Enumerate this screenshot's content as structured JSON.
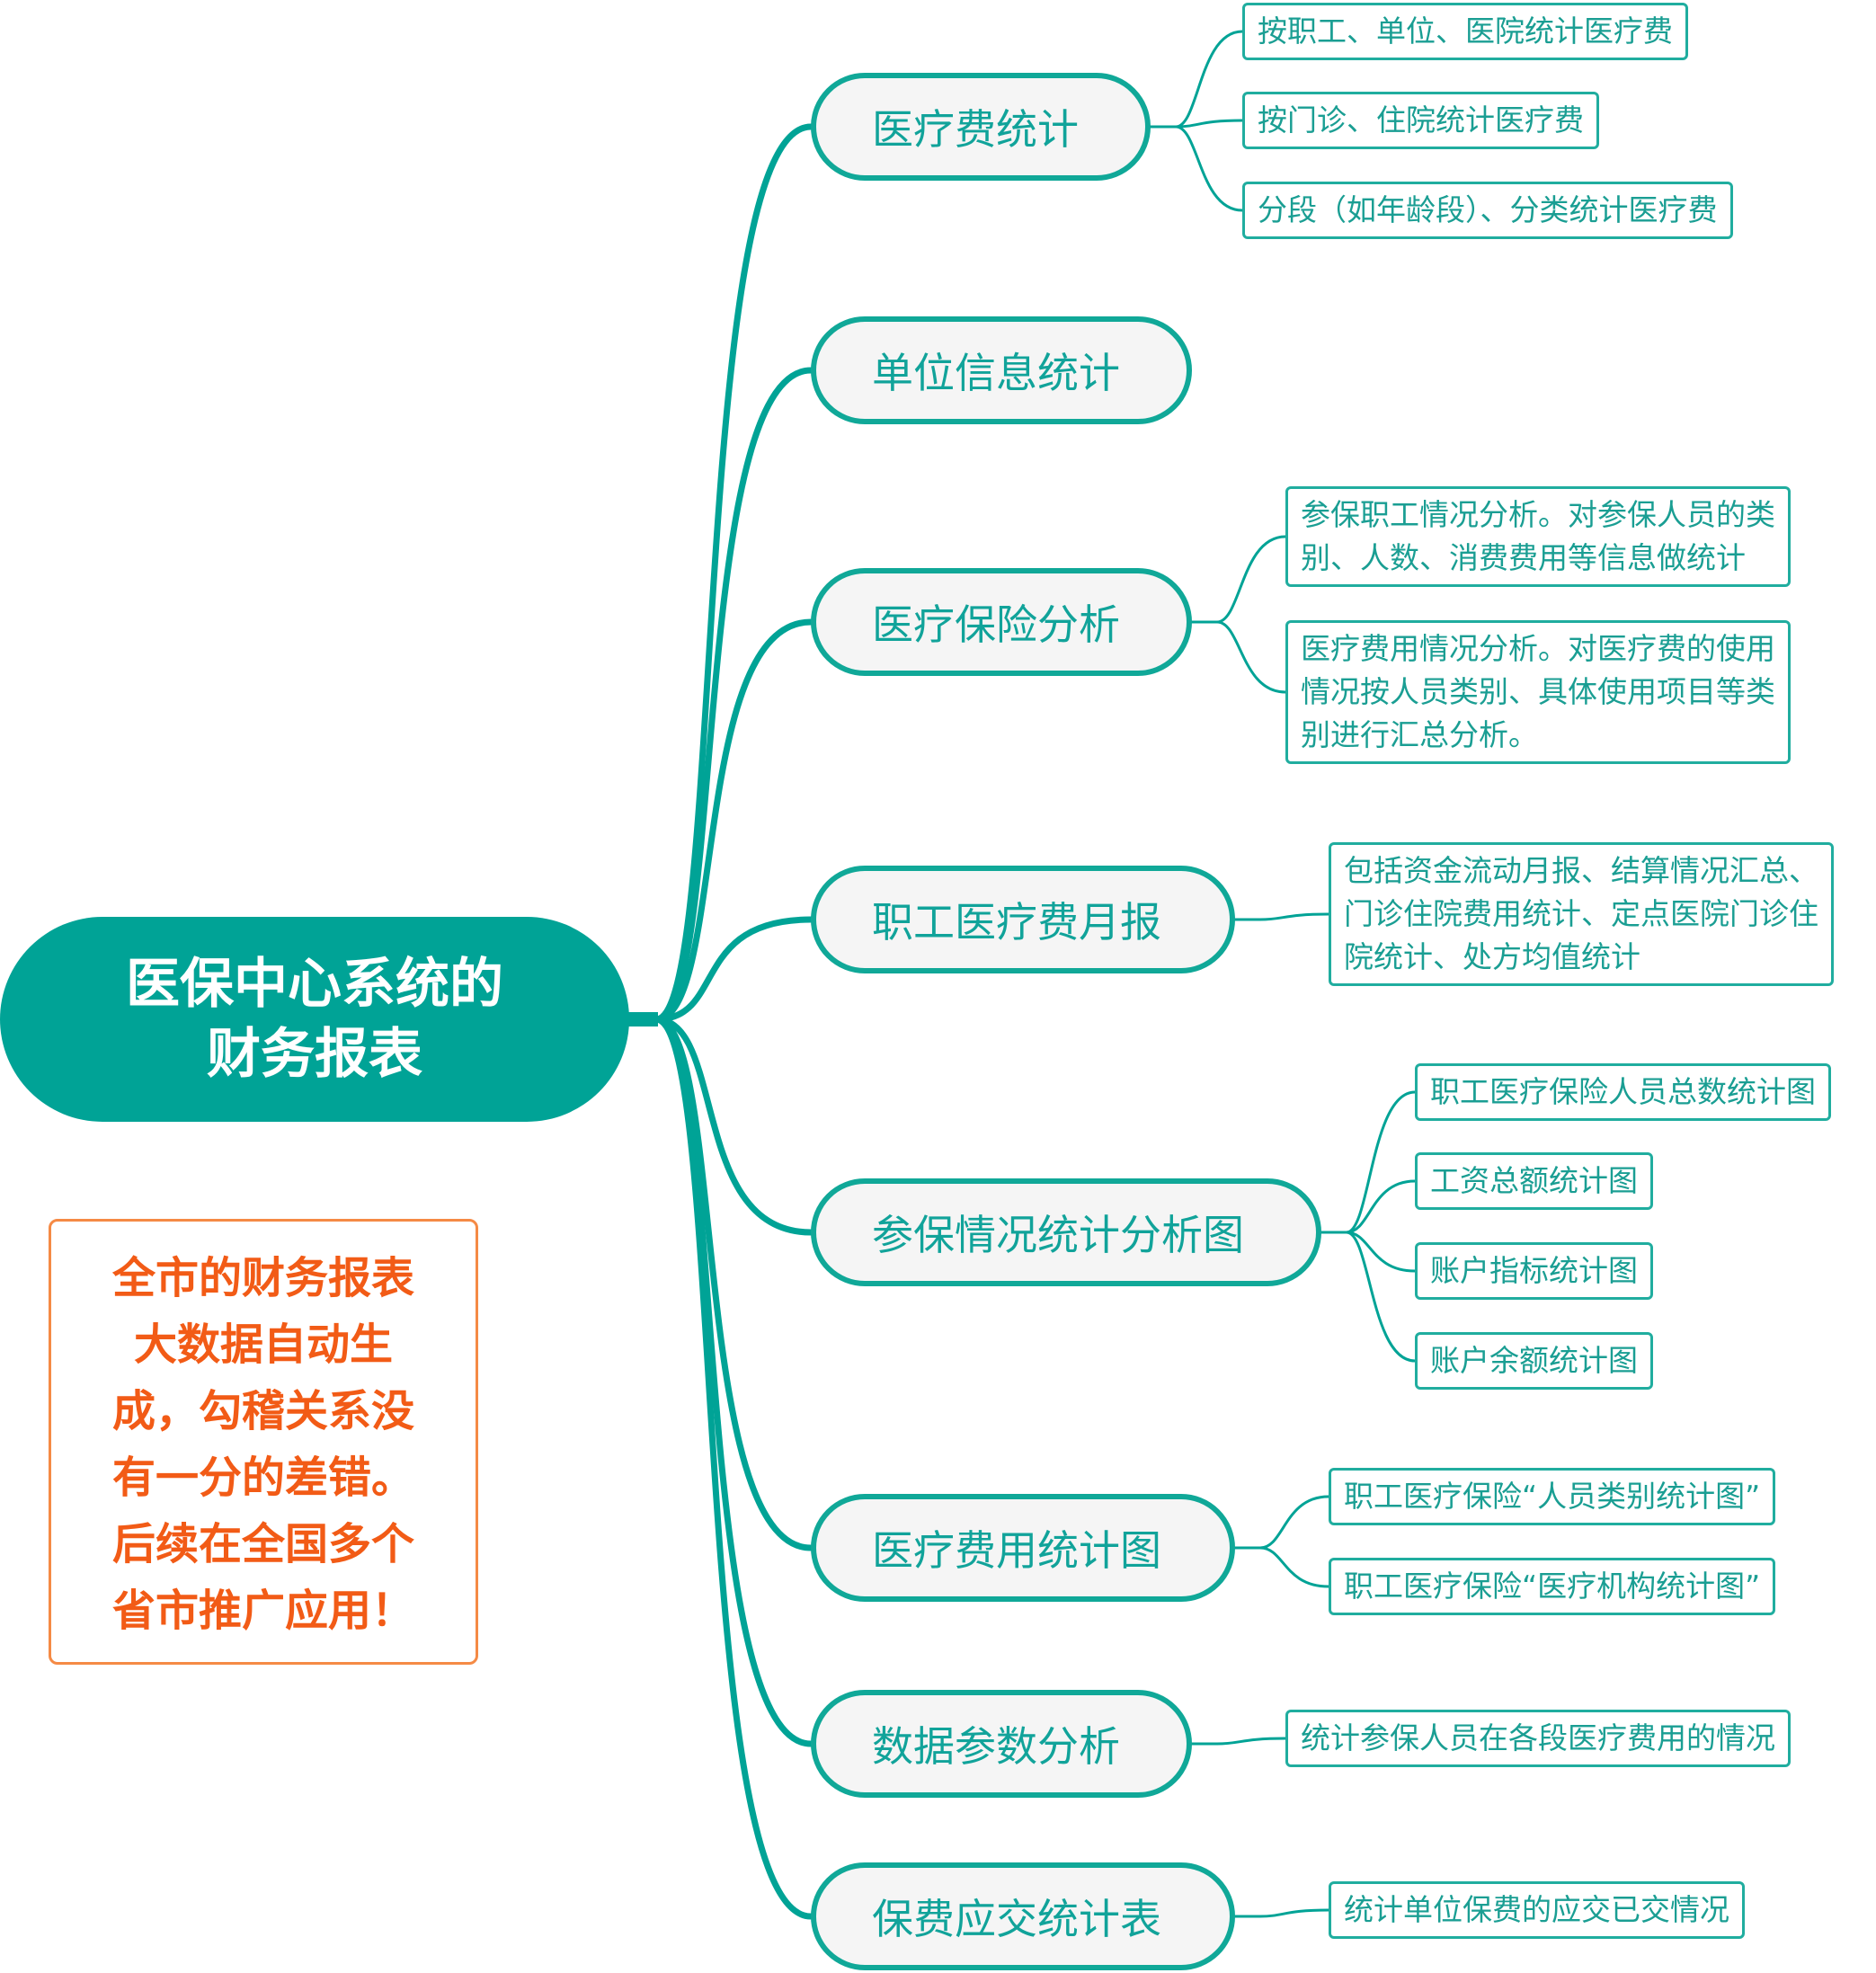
{
  "root": {
    "lines": [
      "医保中心系统的",
      "财务报表"
    ]
  },
  "branches": [
    {
      "label": "医疗费统计",
      "children": [
        {
          "lines": [
            "按职工、单位、医院统计医疗费"
          ]
        },
        {
          "lines": [
            "按门诊、住院统计医疗费"
          ]
        },
        {
          "lines": [
            "分段（如年龄段）、分类统计医疗费"
          ]
        }
      ]
    },
    {
      "label": "单位信息统计",
      "children": []
    },
    {
      "label": "医疗保险分析",
      "children": [
        {
          "lines": [
            "参保职工情况分析。对参保人员的类",
            "别、人数、消费费用等信息做统计"
          ]
        },
        {
          "lines": [
            "医疗费用情况分析。对医疗费的使用",
            "情况按人员类别、具体使用项目等类",
            "别进行汇总分析。"
          ]
        }
      ]
    },
    {
      "label": "职工医疗费月报",
      "children": [
        {
          "lines": [
            "包括资金流动月报、结算情况汇总、",
            "门诊住院费用统计、定点医院门诊住",
            "院统计、处方均值统计"
          ]
        }
      ]
    },
    {
      "label": "参保情况统计分析图",
      "children": [
        {
          "lines": [
            "职工医疗保险人员总数统计图"
          ]
        },
        {
          "lines": [
            "工资总额统计图"
          ]
        },
        {
          "lines": [
            "账户指标统计图"
          ]
        },
        {
          "lines": [
            "账户余额统计图"
          ]
        }
      ]
    },
    {
      "label": "医疗费用统计图",
      "children": [
        {
          "lines": [
            "职工医疗保险“人员类别统计图”"
          ]
        },
        {
          "lines": [
            "职工医疗保险“医疗机构统计图”"
          ]
        }
      ]
    },
    {
      "label": "数据参数分析",
      "children": [
        {
          "lines": [
            "统计参保人员在各段医疗费用的情况"
          ]
        }
      ]
    },
    {
      "label": "保费应交统计表",
      "children": [
        {
          "lines": [
            "统计单位保费的应交已交情况"
          ]
        }
      ]
    }
  ],
  "note": {
    "lines": [
      "全市的财务报表",
      "大数据自动生",
      "成，勾稽关系没",
      "有一分的差错。",
      "后续在全国多个",
      "省市推广应用！"
    ]
  },
  "colors": {
    "teal": "#00a396",
    "branch_border": "#10a898",
    "branch_fill": "#f5f5f5",
    "note_text": "#f25b16",
    "note_border": "#f58a45"
  }
}
